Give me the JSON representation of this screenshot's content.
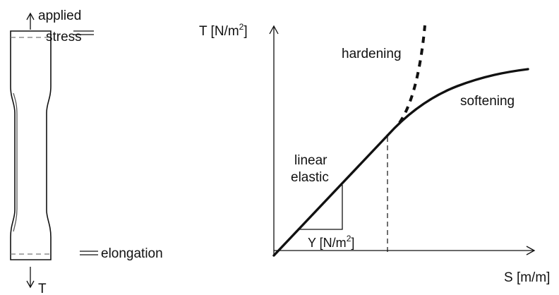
{
  "specimen": {
    "top_label_line1": "applied",
    "top_label_line2": "stress",
    "bottom_label": "T",
    "elongation_label": "elongation"
  },
  "graph": {
    "y_axis_label": "T [N/m",
    "y_axis_sup": "2",
    "y_axis_close": "]",
    "x_axis_label": "S [m/m]",
    "hardening_label": "hardening",
    "softening_label": "softening",
    "linear_label_line1": "linear",
    "linear_label_line2": "elastic",
    "slope_label": "Y [N/m",
    "slope_sup": "2",
    "slope_close": "]"
  }
}
